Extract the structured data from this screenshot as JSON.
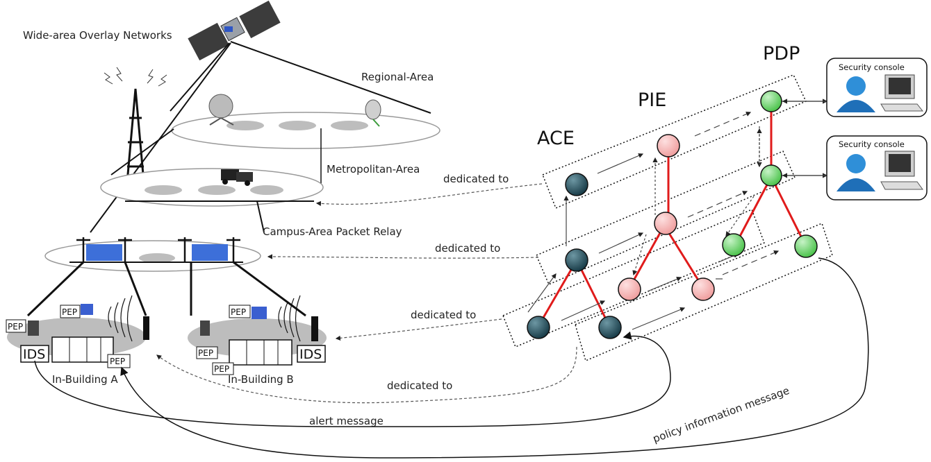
{
  "colors": {
    "ace_node": "#1f4a57",
    "pie_node": "#f4aaaa",
    "pdp_node": "#66d466",
    "hierarchy_link": "#e01b1b",
    "outline": "#111111"
  },
  "left": {
    "title": "Wide-area Overlay Networks",
    "regional": "Regional-Area",
    "metropolitan": "Metropolitan-Area",
    "campus": "Campus-Area Packet Relay",
    "building_a": "In-Building A",
    "building_b": "In-Building B",
    "pep": "PEP",
    "ids": "IDS"
  },
  "right": {
    "pdp": "PDP",
    "pie": "PIE",
    "ace": "ACE",
    "console1": "Security console",
    "console2": "Security console"
  },
  "links": {
    "dedicated1": "dedicated to",
    "dedicated2": "dedicated to",
    "dedicated3": "dedicated to",
    "dedicated4": "dedicated to",
    "alert": "alert message",
    "policy": "policy information message"
  },
  "icons": {
    "satellite": "satellite-icon",
    "tower": "radio-tower-icon",
    "dish": "satellite-dish-icon",
    "vehicle": "vehicle-icon",
    "user": "user-icon",
    "computer": "computer-icon",
    "server": "server-rack-icon"
  }
}
